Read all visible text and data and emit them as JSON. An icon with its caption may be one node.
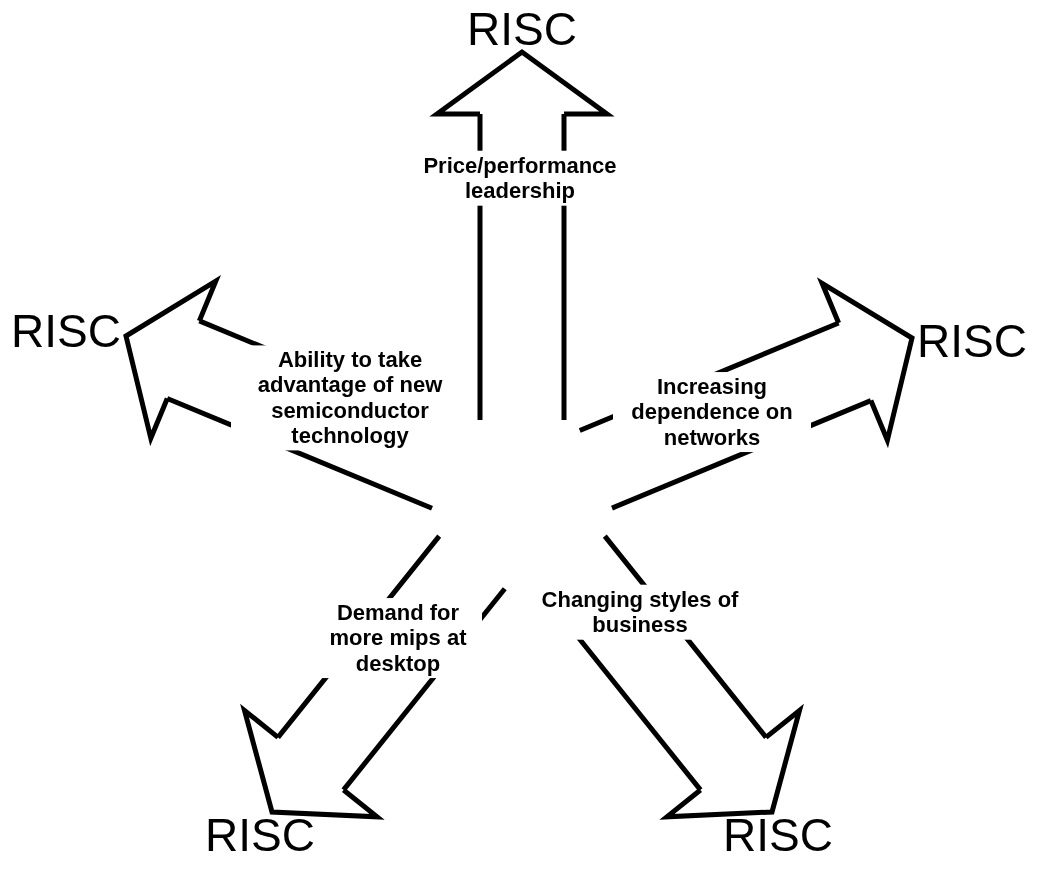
{
  "diagram": {
    "nodes": [
      {
        "text": [
          "RISC"
        ]
      },
      {
        "text": [
          "RISC"
        ]
      },
      {
        "text": [
          "RISC"
        ]
      },
      {
        "text": [
          "RISC"
        ]
      },
      {
        "text": [
          "RISC"
        ]
      }
    ],
    "edges": [
      {
        "from": null,
        "to": 0,
        "arrow": "to",
        "label": "Price/performance leadership"
      },
      {
        "from": null,
        "to": 1,
        "arrow": "to",
        "label": "Ability to take advantage of new semiconductor technology"
      },
      {
        "from": null,
        "to": 2,
        "arrow": "to",
        "label": "Increasing dependence on networks"
      },
      {
        "from": null,
        "to": 3,
        "arrow": "to",
        "label": "Demand for more mips at desktop"
      },
      {
        "from": null,
        "to": 4,
        "arrow": "to",
        "label": "Changing styles of business"
      }
    ]
  }
}
